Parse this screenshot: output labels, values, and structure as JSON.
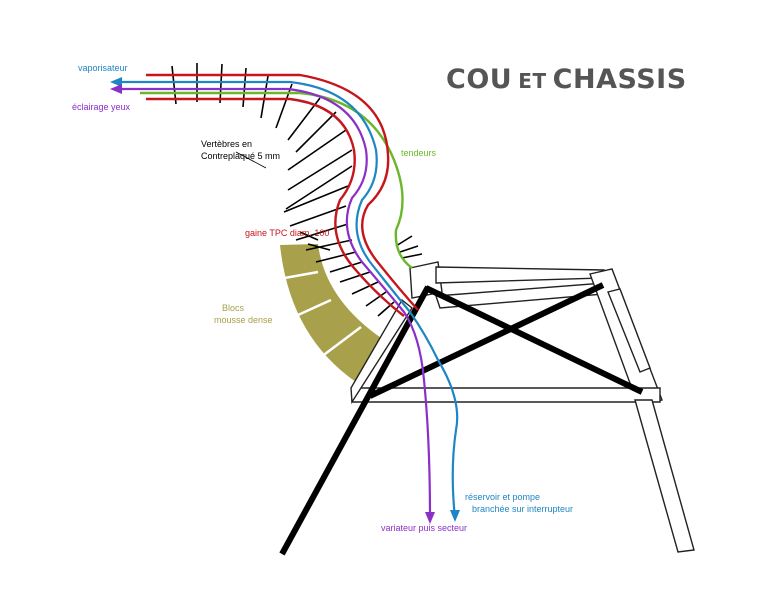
{
  "title": {
    "part1": "COU",
    "part2": "ET",
    "part3": "CHASSIS"
  },
  "labels": {
    "vaporisateur": "vaporisateur",
    "eclairage": "éclairage yeux",
    "vertebres_line1": "Vertèbres en",
    "vertebres_line2": "Contreplaqué 5 mm",
    "tendeurs": "tendeurs",
    "gaine": "gaine TPC diam. 100",
    "blocs_line1": "Blocs",
    "blocs_line2": "mousse dense",
    "reservoir_line1": "réservoir et pompe",
    "reservoir_line2": "branchée sur interrupteur",
    "variateur": "variateur puis secteur"
  },
  "colors": {
    "vaporisateur": "#1f86c4",
    "eclairage": "#8b2fc9",
    "tendeurs": "#6ab82a",
    "gaine": "#c4161c",
    "blocs": "#a8a04a",
    "reservoir": "#1f86c4",
    "variateur": "#8b2fc9",
    "vertebres": "#000000",
    "title": "#555555"
  }
}
